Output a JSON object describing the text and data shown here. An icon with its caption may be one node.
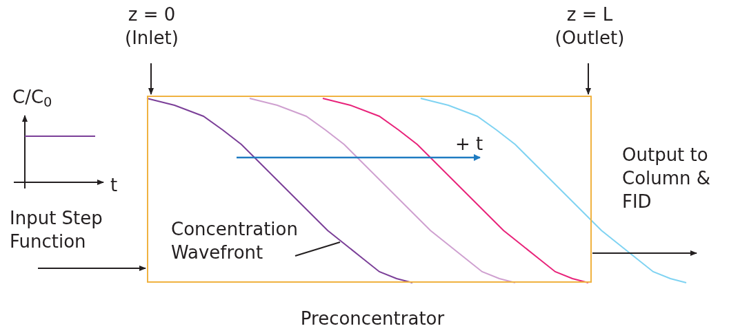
{
  "diagram": {
    "nodes": [
      {
        "text": [
          "Preconcentrator"
        ]
      },
      {
        "text": [
          "Input Step Function"
        ]
      },
      {
        "text": [
          "Output to Column & FID"
        ]
      },
      {
        "text": [
          "Concentration Wavefront"
        ],
        "in": 0
      },
      {
        "text": [
          "z = 0",
          "(Inlet)"
        ]
      },
      {
        "text": [
          "z = L",
          "(Outlet)"
        ]
      }
    ],
    "edges": [
      {
        "from": 1,
        "to": 0,
        "arrow": "to"
      },
      {
        "from": 0,
        "to": 2,
        "arrow": "to"
      },
      {
        "from": 3,
        "to": 0,
        "arrow": "none"
      },
      {
        "from": 4,
        "to": 0,
        "arrow": "to"
      },
      {
        "from": 5,
        "to": 0,
        "arrow": "to"
      }
    ],
    "labels": [
      "C/C$_{0}$",
      "t",
      "+ t"
    ]
  }
}
